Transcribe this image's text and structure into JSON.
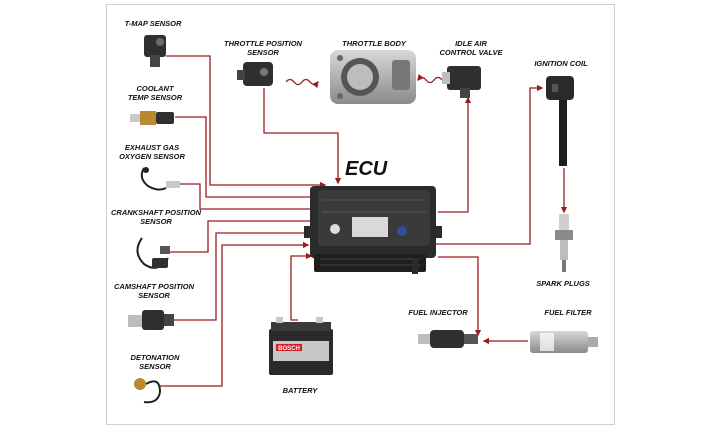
{
  "title": "ECU",
  "components": {
    "tmap": {
      "line1": "T-MAP SENSOR",
      "line2": ""
    },
    "coolant": {
      "line1": "COOLANT",
      "line2": "TEMP SENSOR"
    },
    "oxygen": {
      "line1": "EXHAUST GAS",
      "line2": "OXYGEN SENSOR"
    },
    "crankshaft": {
      "line1": "CRANKSHAFT POSITION",
      "line2": "SENSOR"
    },
    "camshaft": {
      "line1": "CAMSHAFT POSITION",
      "line2": "SENSOR"
    },
    "detonation": {
      "line1": "DETONATION",
      "line2": "SENSOR"
    },
    "throttle_position": {
      "line1": "THROTTLE POSITION",
      "line2": "SENSOR"
    },
    "throttle_body": {
      "line1": "THROTTLE BODY",
      "line2": ""
    },
    "idle_air": {
      "line1": "IDLE AIR",
      "line2": "CONTROL VALVE"
    },
    "ignition_coil": {
      "line1": "IGNITION COIL",
      "line2": ""
    },
    "spark_plugs": {
      "line1": "SPARK PLUGS",
      "line2": ""
    },
    "fuel_injector": {
      "line1": "FUEL INJECTOR",
      "line2": ""
    },
    "fuel_filter": {
      "line1": "FUEL FILTER",
      "line2": ""
    },
    "battery": {
      "line1": "BATTERY",
      "line2": ""
    }
  },
  "battery_brand": "BOSCH",
  "colors": {
    "wire": "#9b1b1f",
    "ecu_body": "#2a2a2a",
    "frame": "#cfcfcf"
  }
}
